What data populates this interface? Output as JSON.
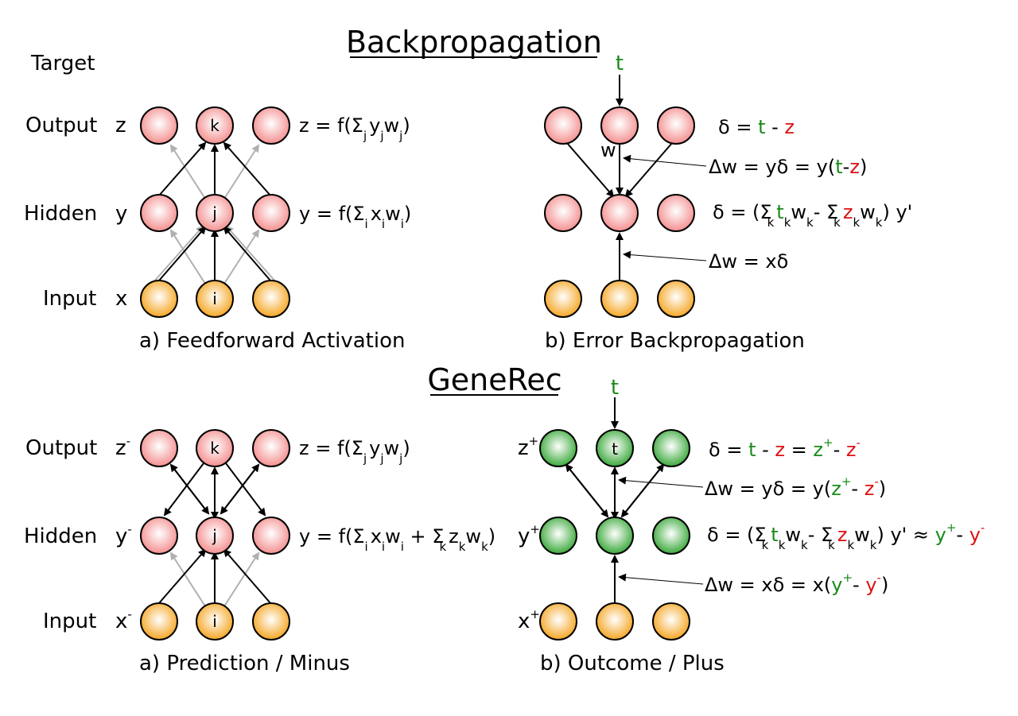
{
  "colors": {
    "hidden_node": "#f4a0a0",
    "input_node": "#f5a623",
    "plus_node": "#3fae3f",
    "green_text": "#1a8a1a",
    "red_text": "#dd1111",
    "gray_arrow": "#b0b0b0",
    "black_arrow": "#000000"
  },
  "icons": {
    "node": "circle-shaded",
    "arrow": "arrowhead"
  },
  "backprop": {
    "title": "Backpropagation",
    "row_labels": {
      "target": "Target",
      "output": "Output",
      "hidden": "Hidden",
      "input": "Input"
    },
    "row_vars": {
      "output": "z",
      "hidden": "y",
      "input": "x"
    },
    "node_labels": {
      "k": "k",
      "j": "j",
      "i": "i"
    },
    "eq_output": {
      "a": "z = f(Σ",
      "b": "y",
      "c": "w",
      "d": ")",
      "s1": "j",
      "s2": "j",
      "s3": "j"
    },
    "eq_hidden": {
      "a": "y = f(Σ",
      "b": "x",
      "c": "w",
      "d": ")",
      "s1": "i",
      "s2": "i",
      "s3": "i"
    },
    "caption_a": "a) Feedforward Activation",
    "target_t": "t",
    "w_label": "w",
    "delta_out": {
      "a": "δ = ",
      "t": "t",
      "m": " - ",
      "z": "z"
    },
    "dw_out": {
      "a": "Δw = yδ = y(",
      "t": "t",
      "m": "-",
      "z": "z",
      "e": ")"
    },
    "delta_hid": {
      "a": "δ = (Σ",
      "s1": "k",
      "t": "t",
      "s2": "k",
      "w1": "w",
      "s3": "k",
      "m": "- Σ",
      "s4": "k",
      "z": "z",
      "s5": "k",
      "w2": "w",
      "s6": "k",
      "e": ") y'"
    },
    "dw_hid": "Δw = xδ",
    "caption_b": "b) Error Backpropagation"
  },
  "generec": {
    "title": "GeneRec",
    "row_labels": {
      "output": "Output",
      "hidden": "Hidden",
      "input": "Input"
    },
    "row_vars": {
      "output": "z",
      "hidden": "y",
      "input": "x"
    },
    "minus_sup": "-",
    "plus_sup": "+",
    "node_labels": {
      "k": "k",
      "j": "j",
      "i": "i",
      "t": "t"
    },
    "eq_output": {
      "a": "z = f(Σ",
      "b": "y",
      "c": "w",
      "d": ")",
      "s1": "j",
      "s2": "j",
      "s3": "j"
    },
    "eq_hidden": {
      "a": "y = f(Σ",
      "b": "x",
      "c": "w",
      "p": " + Σ",
      "z": "z",
      "w2": "w",
      "e": ")",
      "s1": "i",
      "s2": "i",
      "s3": "i",
      "s4": "k",
      "s5": "k",
      "s6": "k"
    },
    "caption_a": "a) Prediction / Minus",
    "target_t": "t",
    "delta_out": {
      "a": "δ = ",
      "t": "t",
      "m1": " - ",
      "z": "z",
      "eq": " = ",
      "zp": "z",
      "sp": "+",
      "m2": "- ",
      "zm": "z",
      "sm": "-"
    },
    "dw_out": {
      "a": "Δw = yδ = y(",
      "zp": "z",
      "sp": "+",
      "m": "- ",
      "zm": "z",
      "sm": "-",
      "e": ")"
    },
    "delta_hid": {
      "a": "δ = (Σ",
      "s1": "k",
      "t": "t",
      "s2": "k",
      "w1": "w",
      "s3": "k",
      "m": "- Σ",
      "s4": "k",
      "z": "z",
      "s5": "k",
      "w2": "w",
      "s6": "k",
      "e": ") y' ≈ ",
      "yp": "y",
      "sp": "+",
      "m2": "- ",
      "ym": "y",
      "sm": "-"
    },
    "dw_hid": {
      "a": "Δw = xδ = x(",
      "yp": "y",
      "sp": "+",
      "m": "- ",
      "ym": "y",
      "sm": "-",
      "e": ")"
    },
    "caption_b": "b) Outcome / Plus"
  }
}
